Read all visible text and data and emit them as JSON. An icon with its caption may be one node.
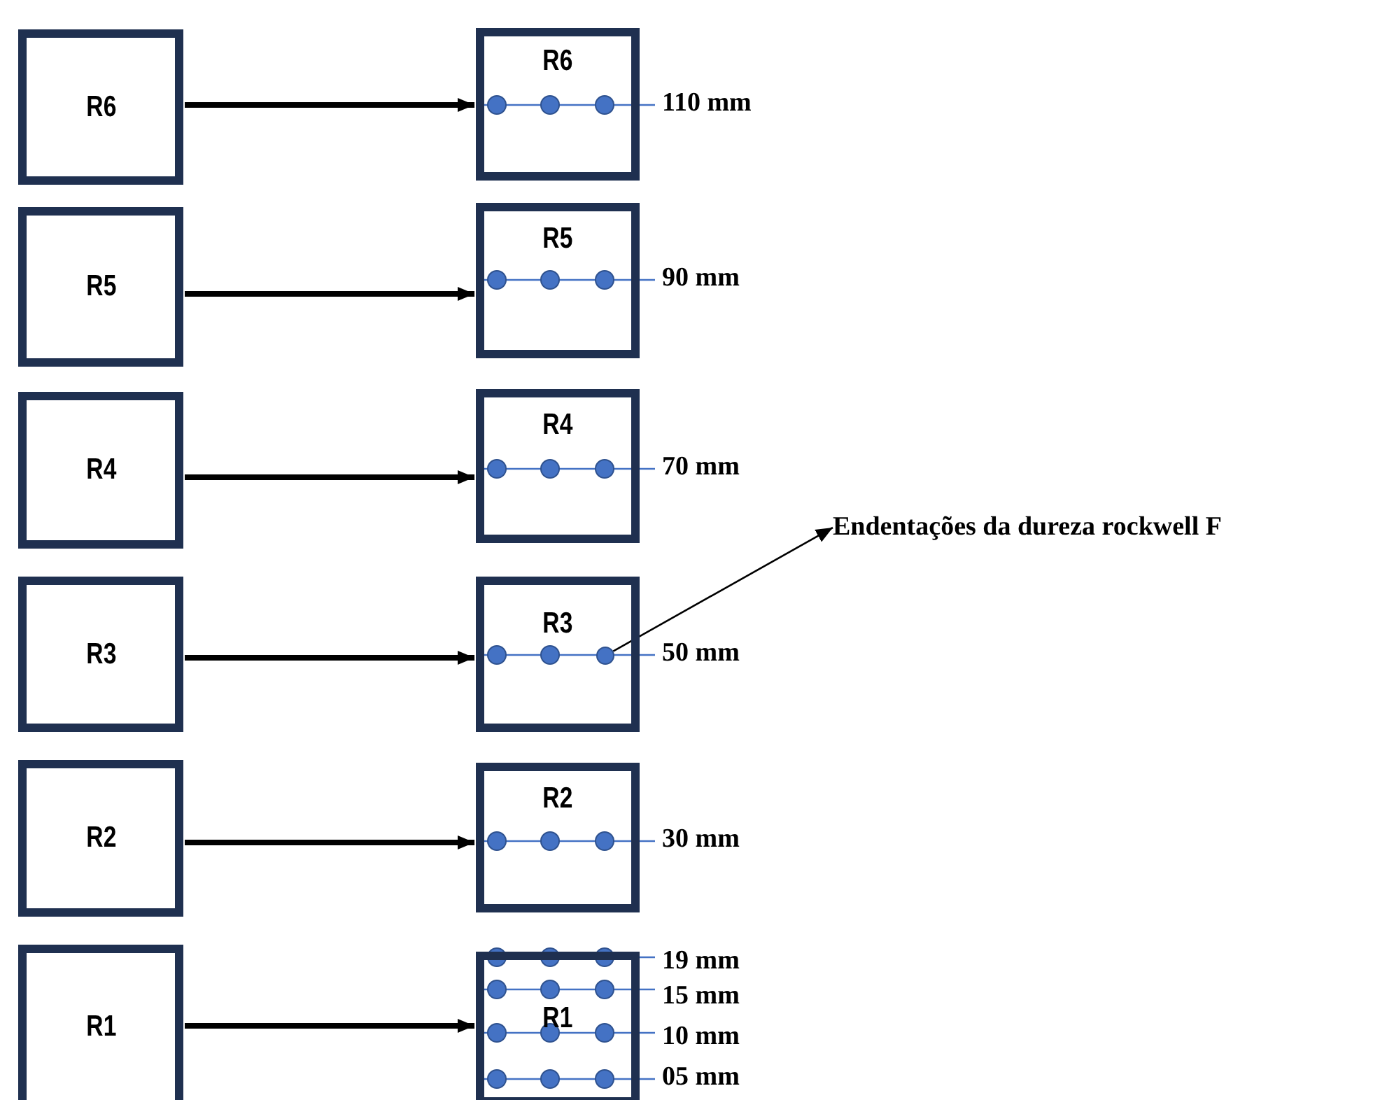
{
  "diagram": {
    "nodes": [
      {
        "text": [
          "R6"
        ]
      },
      {
        "text": [
          "R6"
        ]
      },
      {
        "text": [
          "R5"
        ]
      },
      {
        "text": [
          "R5"
        ]
      },
      {
        "text": [
          "R4"
        ]
      },
      {
        "text": [
          "R4"
        ]
      },
      {
        "text": [
          "R3"
        ]
      },
      {
        "text": [
          "R3"
        ]
      },
      {
        "text": [
          "R2"
        ]
      },
      {
        "text": [
          "R2"
        ]
      },
      {
        "text": [
          "R1"
        ]
      },
      {
        "text": [
          "R1"
        ]
      },
      {
        "text": [
          "Endentações da dureza rockwell F"
        ]
      },
      {
        "text": [],
        "shape": "circle",
        "in": 7
      }
    ],
    "edges": [
      {
        "from": 0,
        "to": 1,
        "arrow": "to"
      },
      {
        "from": 2,
        "to": 3,
        "arrow": "to"
      },
      {
        "from": 4,
        "to": 5,
        "arrow": "to"
      },
      {
        "from": 6,
        "to": 7,
        "arrow": "to"
      },
      {
        "from": 8,
        "to": 9,
        "arrow": "to"
      },
      {
        "from": 10,
        "to": 11,
        "arrow": "to"
      },
      {
        "from": 13,
        "to": 12,
        "arrow": "to"
      }
    ],
    "labels": [
      "110 mm",
      "90 mm",
      "70 mm",
      "50 mm",
      "30 mm",
      "19 mm",
      "15 mm",
      "10 mm",
      "05 mm"
    ]
  }
}
